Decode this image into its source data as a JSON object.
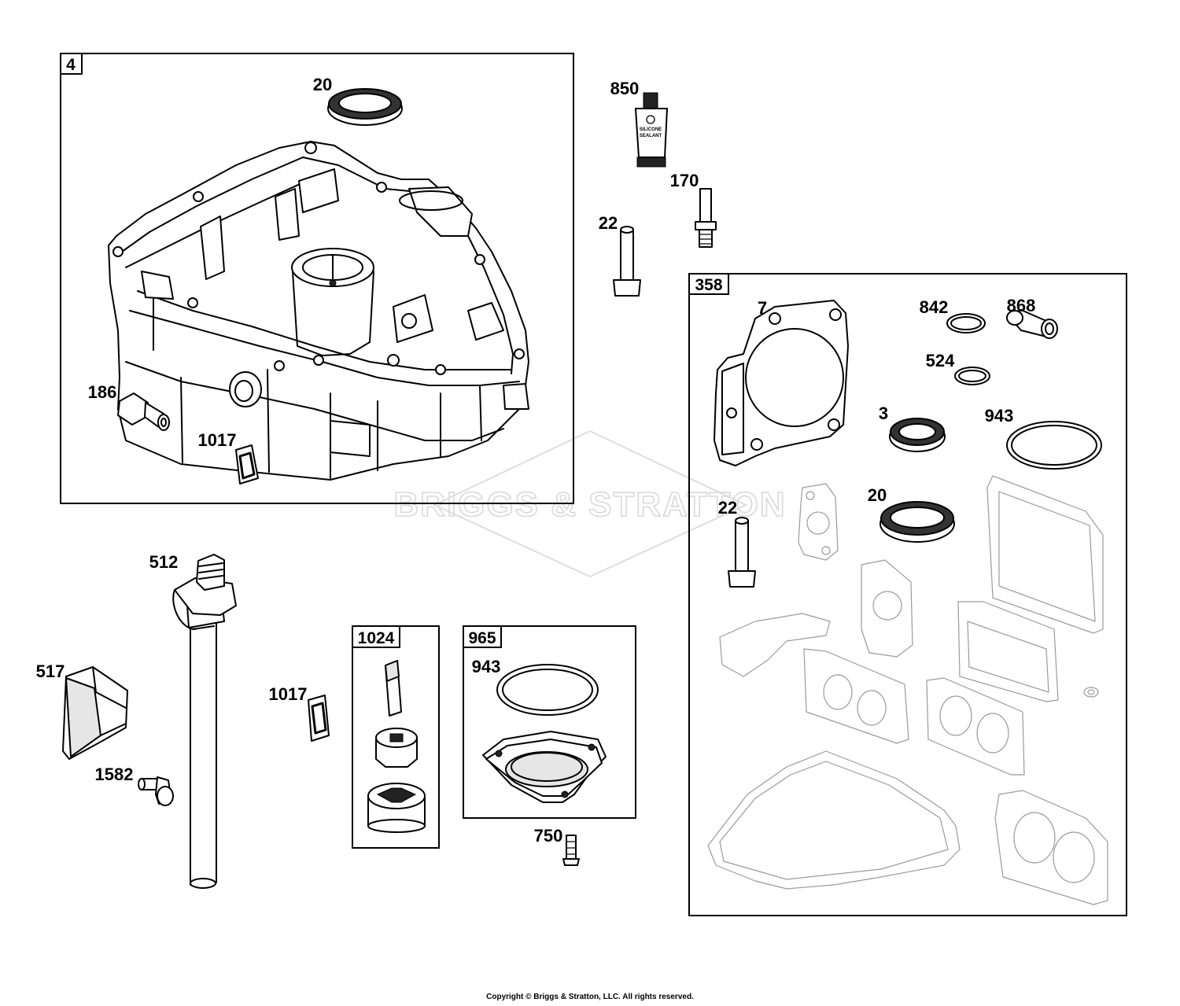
{
  "boxes": {
    "b4": "4",
    "b358": "358",
    "b1024": "1024",
    "b965": "965"
  },
  "callouts": {
    "c20a": "20",
    "c850": "850",
    "c170": "170",
    "c22a": "22",
    "c186": "186",
    "c1017a": "1017",
    "c7": "7",
    "c842": "842",
    "c868": "868",
    "c524": "524",
    "c3": "3",
    "c943a": "943",
    "c20b": "20",
    "c22b": "22",
    "c512": "512",
    "c517": "517",
    "c1017b": "1017",
    "c1582": "1582",
    "c943b": "943",
    "c750": "750"
  },
  "sealant_tube": {
    "line1": "SILICONE",
    "line2": "SEALANT"
  },
  "watermark": "BRIGGS & STRATTON",
  "copyright": "Copyright © Briggs & Stratton, LLC. All rights reserved."
}
